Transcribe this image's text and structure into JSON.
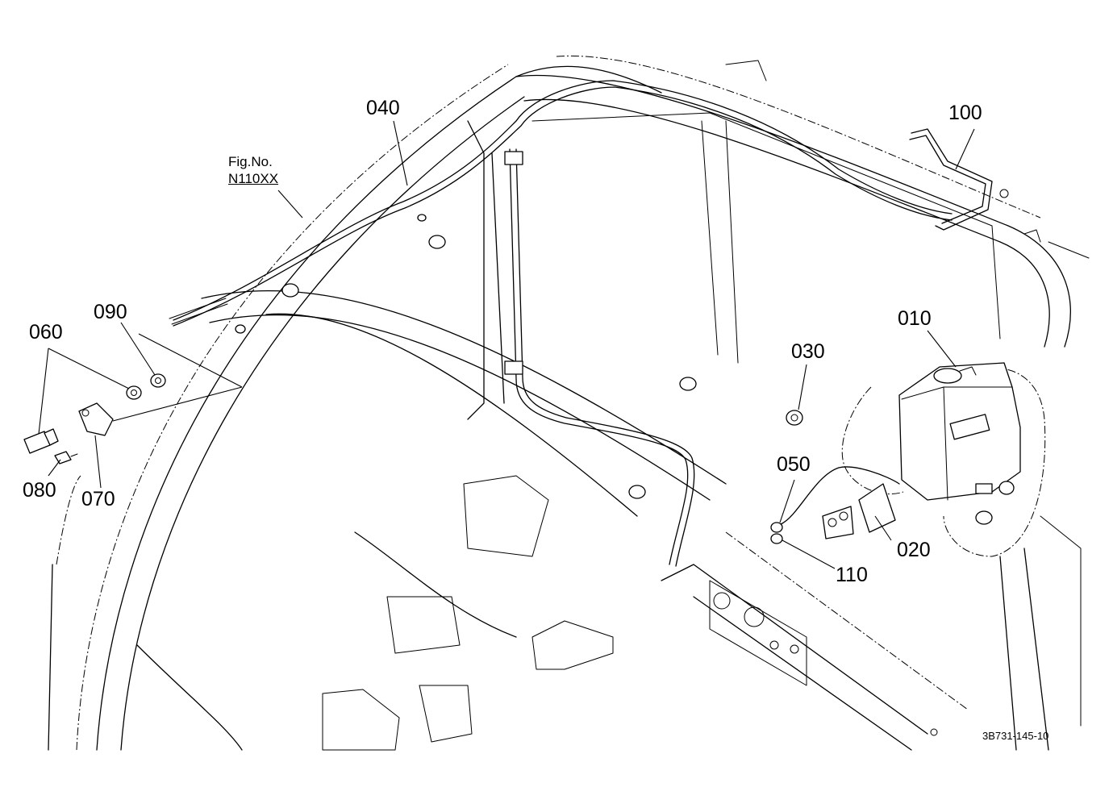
{
  "figure_reference": {
    "label": "Fig.No.",
    "code": "N110XX"
  },
  "callouts": {
    "p010": "010",
    "p020": "020",
    "p030": "030",
    "p040": "040",
    "p050": "050",
    "p060": "060",
    "p070": "070",
    "p080": "080",
    "p090": "090",
    "p100": "100",
    "p110": "110"
  },
  "drawing_number": "3B731-145-10",
  "colors": {
    "ink": "#000000",
    "paper": "#ffffff"
  }
}
